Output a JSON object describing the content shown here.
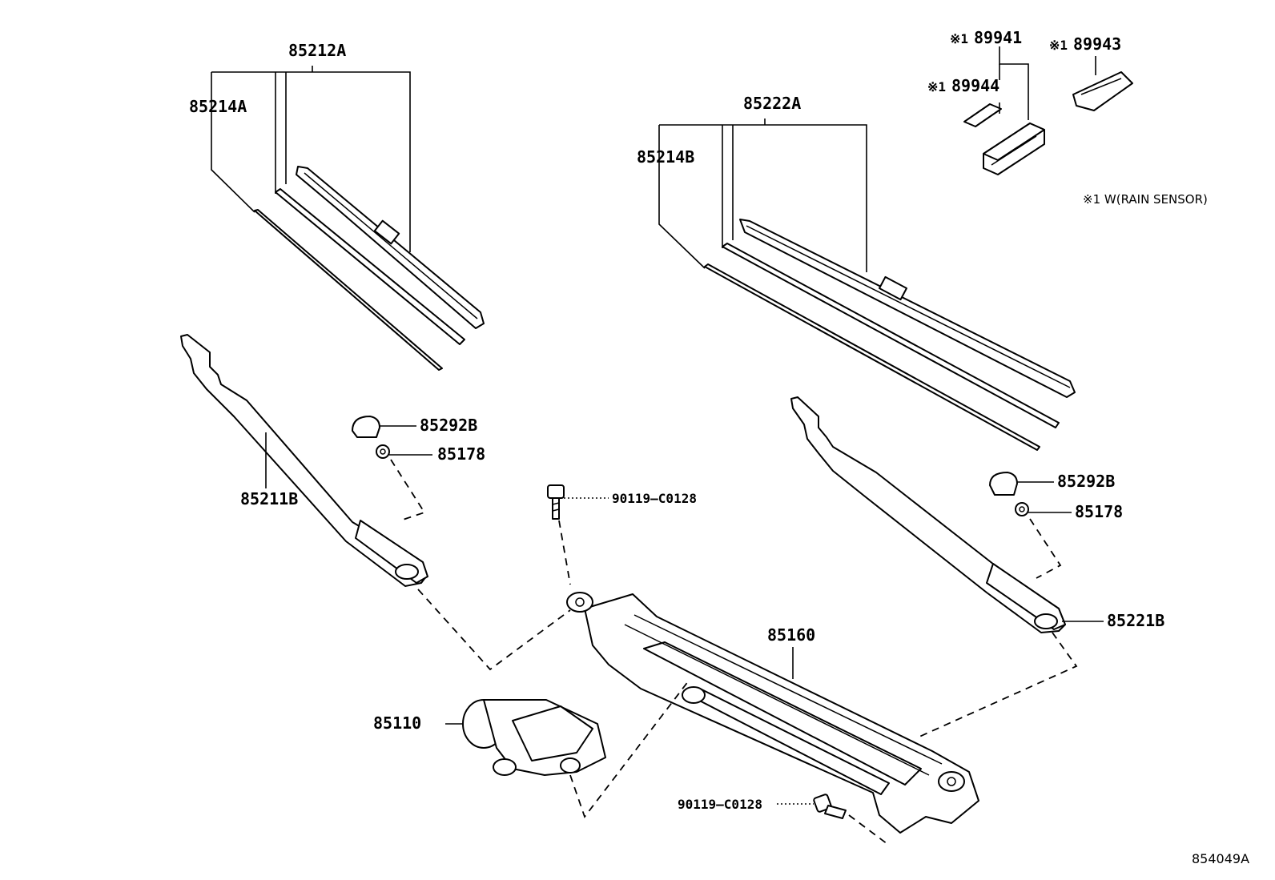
{
  "labels": {
    "p85212A": "85212A",
    "p85214A": "85214A",
    "p85222A": "85222A",
    "p85214B": "85214B",
    "p89941": "89941",
    "p89943": "89943",
    "p89944": "89944",
    "p85292B_left": "85292B",
    "p85178_left": "85178",
    "p85211B": "85211B",
    "p90119_top": "90119–C0128",
    "p85292B_right": "85292B",
    "p85178_right": "85178",
    "p85221B": "85221B",
    "p85160": "85160",
    "p85110": "85110",
    "p90119_bottom": "90119–C0128"
  },
  "markers": {
    "m1": "※1",
    "m2": "※1",
    "m3": "※1"
  },
  "notes": {
    "rain_sensor": "※1 W(RAIN SENSOR)"
  },
  "reference": "854049A"
}
